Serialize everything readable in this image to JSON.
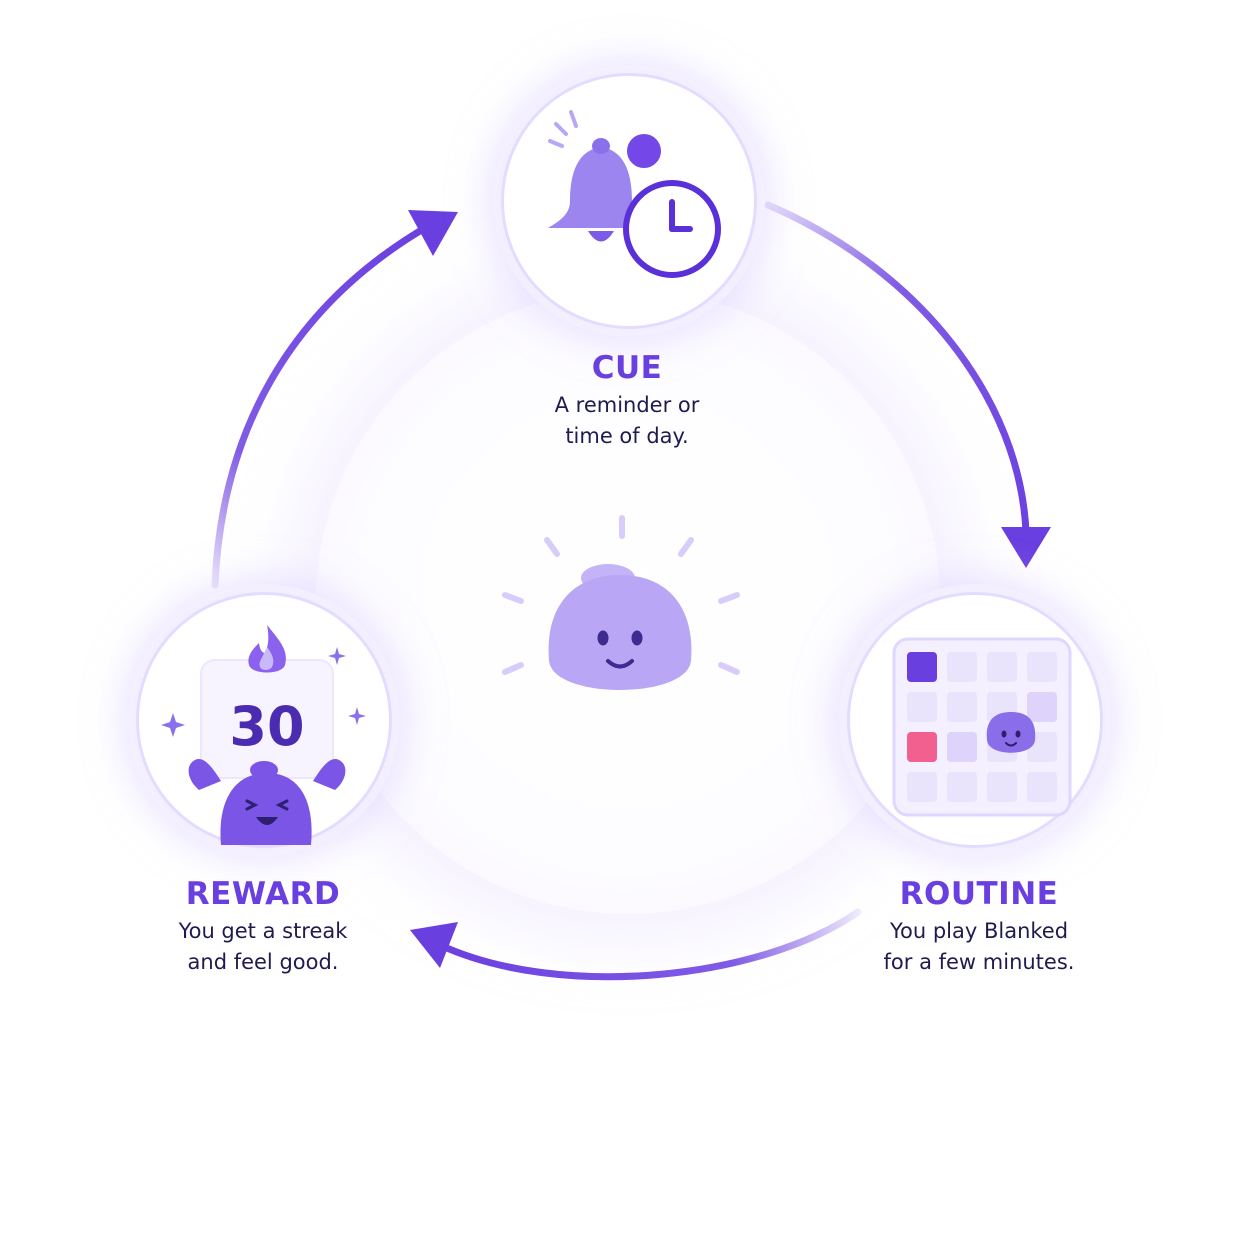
{
  "cycle": {
    "cue": {
      "title": "CUE",
      "description_line1": "A reminder or",
      "description_line2": "time of day."
    },
    "routine": {
      "title": "ROUTINE",
      "description_line1": "You play Blanked",
      "description_line2": "for a few minutes."
    },
    "reward": {
      "title": "REWARD",
      "description_line1": "You get a streak",
      "description_line2": "and feel good.",
      "streak_count": "30"
    }
  },
  "icons": {
    "cue": [
      "bell-icon",
      "clock-icon",
      "notification-dot-icon"
    ],
    "routine": [
      "calendar-grid-icon",
      "mascot-icon"
    ],
    "reward": [
      "flame-icon",
      "sparkle-icon",
      "cheering-mascot-icon"
    ],
    "center": [
      "happy-mascot-icon",
      "shine-rays-icon"
    ]
  },
  "colors": {
    "accent": "#6a3fe0",
    "accent_dark": "#4b2bb0",
    "mascot": "#b9a6f5",
    "text": "#1f1b4d",
    "highlight_pink": "#f2608f"
  }
}
